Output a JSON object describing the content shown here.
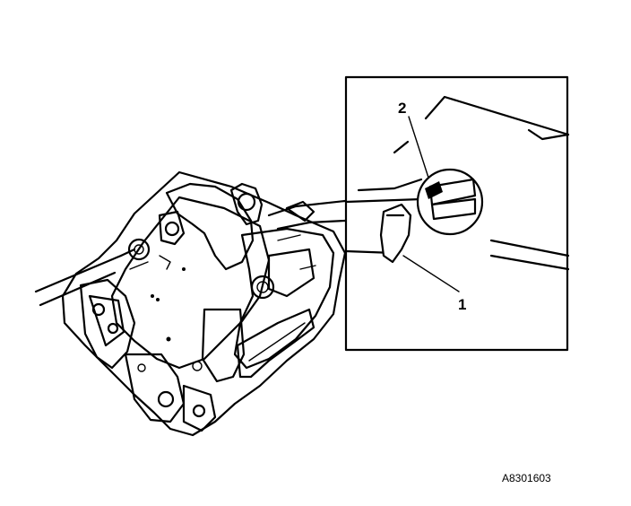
{
  "callouts": [
    {
      "id": "callout-1",
      "text": "1"
    },
    {
      "id": "callout-2",
      "text": "2"
    }
  ],
  "figure_id": "A8301603",
  "colors": {
    "ink": "#000000",
    "paper": "#ffffff"
  }
}
